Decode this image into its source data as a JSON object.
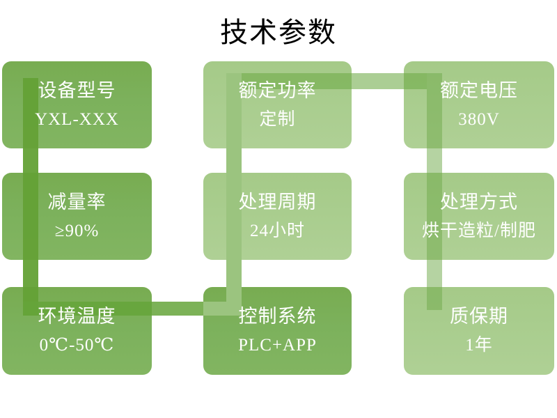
{
  "title": "技术参数",
  "colors": {
    "background": "#FFFFFF",
    "title": "#000000",
    "text": "#FFFFFF",
    "card_medium": "#7CB15C",
    "card_light": "#A9CD8E",
    "connector_dark": "#69A43F",
    "connector_light": "#B5D3A2"
  },
  "cards": [
    {
      "label": "设备型号",
      "value": "YXL-XXX",
      "tone": "medium"
    },
    {
      "label": "额定功率",
      "value": "定制",
      "tone": "light"
    },
    {
      "label": "额定电压",
      "value": "380V",
      "tone": "light"
    },
    {
      "label": "减量率",
      "value": "≥90%",
      "tone": "medium"
    },
    {
      "label": "处理周期",
      "value": "24小时",
      "tone": "light"
    },
    {
      "label": "处理方式",
      "value": "烘干造粒/制肥",
      "tone": "light"
    },
    {
      "label": "环境温度",
      "value": "0℃-50℃",
      "tone": "medium"
    },
    {
      "label": "控制系统",
      "value": "PLC+APP",
      "tone": "medium"
    },
    {
      "label": "质保期",
      "value": "1年",
      "tone": "light"
    }
  ]
}
